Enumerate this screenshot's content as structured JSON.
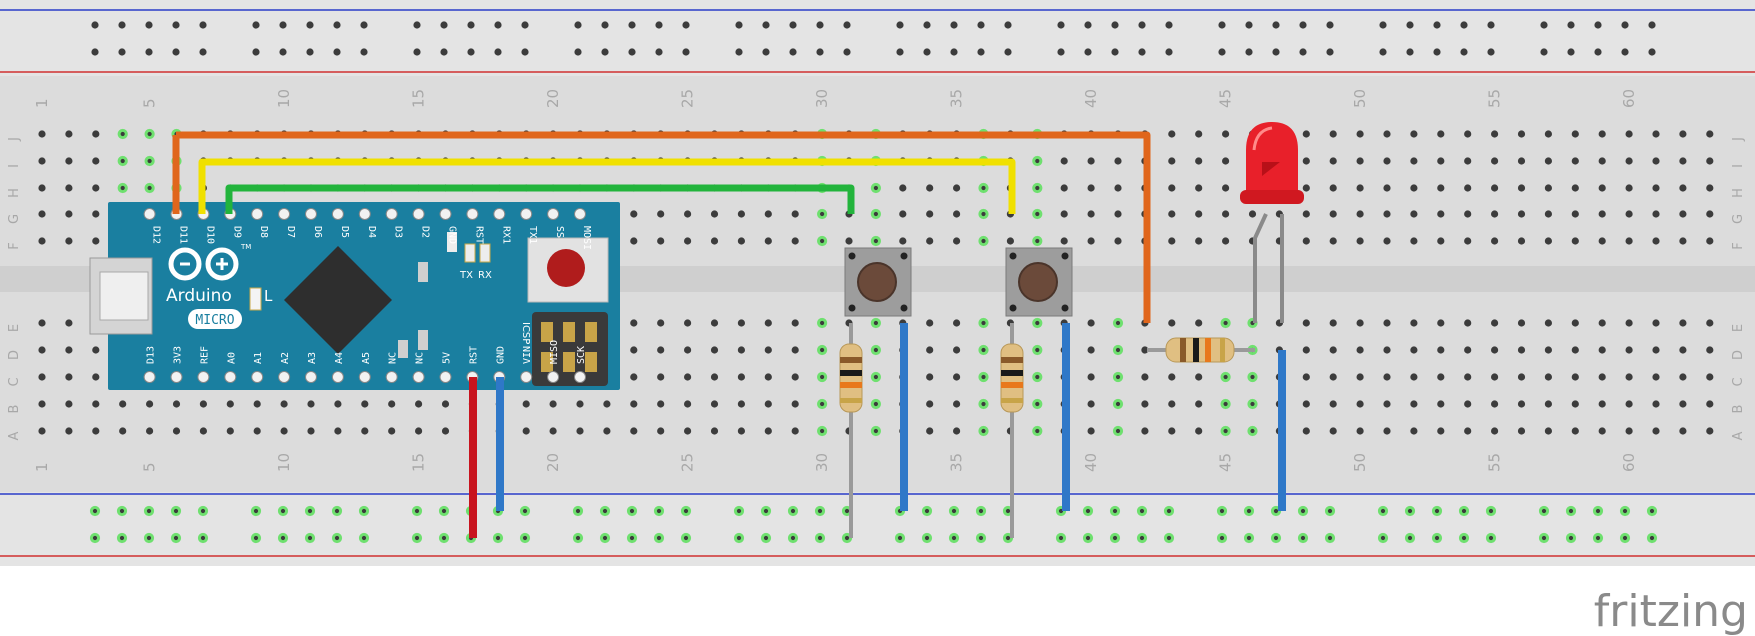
{
  "board": {
    "column_numbers": [
      "1",
      "5",
      "10",
      "15",
      "20",
      "25",
      "30",
      "35",
      "40",
      "45",
      "50",
      "55",
      "60"
    ],
    "row_letters": [
      "J",
      "I",
      "H",
      "G",
      "F",
      "E",
      "D",
      "C",
      "B",
      "A"
    ]
  },
  "arduino": {
    "brand": "Arduino",
    "model": "MICRO",
    "tm": "TM",
    "led_l": "L",
    "tx": "TX",
    "rx": "RX",
    "icsp": "ICSP",
    "top_pins": [
      "D12",
      "D11",
      "D10",
      "D9",
      "D8",
      "D7",
      "D6",
      "D5",
      "D4",
      "D3",
      "D2",
      "GND",
      "RST",
      "RX1",
      "TX1",
      "SS",
      "MOSI"
    ],
    "bottom_pins": [
      "D13",
      "3V3",
      "REF",
      "A0",
      "A1",
      "A2",
      "A3",
      "A4",
      "A5",
      "NC",
      "NC",
      "5V",
      "RST",
      "GND",
      "VIN",
      "MISO",
      "SCK"
    ]
  },
  "components": {
    "buttons": [
      "pushbutton-1",
      "pushbutton-2"
    ],
    "resistors": [
      "pulldown-resistor-1",
      "pulldown-resistor-2",
      "led-resistor"
    ],
    "led": "red-led",
    "colors": {
      "orange_wire": "#e0661c",
      "yellow_wire": "#f0e000",
      "green_wire": "#22b43c",
      "red_wire": "#c8141e",
      "blue_wire": "#2f78c8",
      "arduino_board": "#1a7fa0",
      "led_red": "#e8202a"
    }
  },
  "watermark": "fritzing"
}
